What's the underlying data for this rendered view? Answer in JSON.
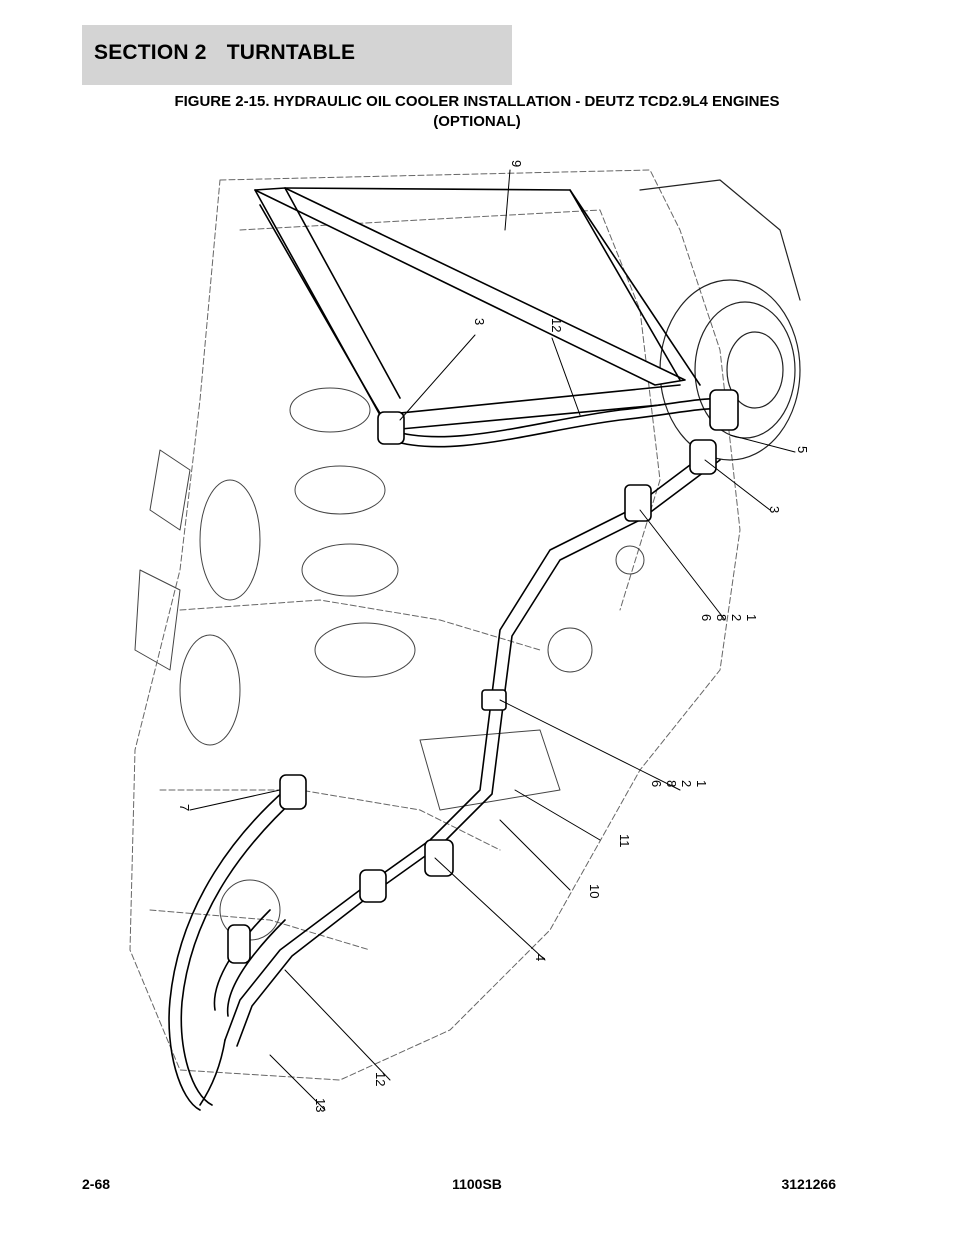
{
  "header": {
    "section_number": "SECTION 2",
    "section_title": "TURNTABLE"
  },
  "figure": {
    "caption_line1": "FIGURE 2-15. HYDRAULIC OIL COOLER INSTALLATION - DEUTZ TCD2.9L4 ENGINES",
    "caption_line2": "(OPTIONAL)",
    "callouts": [
      "9",
      "3",
      "12",
      "5",
      "3",
      "6",
      "8",
      "2",
      "1",
      "6",
      "8",
      "2",
      "1",
      "7",
      "11",
      "10",
      "4",
      "12",
      "13"
    ]
  },
  "footer": {
    "page_number": "2-68",
    "model": "1100SB",
    "manual_number": "3121266"
  }
}
